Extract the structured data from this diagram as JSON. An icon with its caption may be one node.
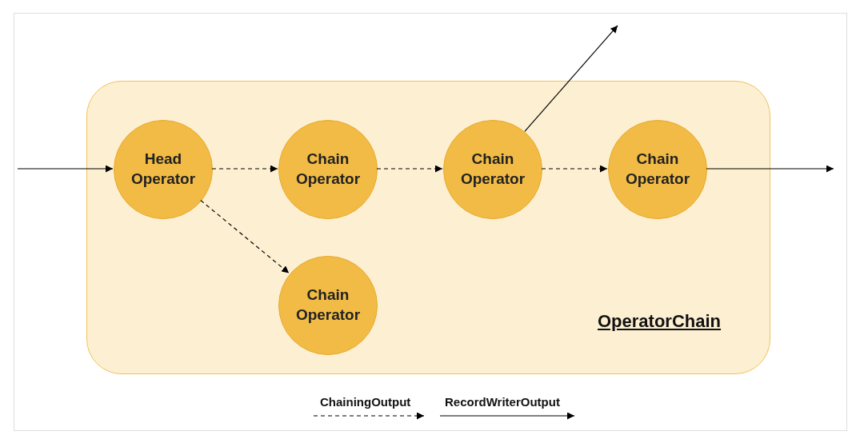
{
  "diagram": {
    "nodes": [
      {
        "text": [
          "OperatorChain"
        ]
      },
      {
        "text": [
          "Head Operator"
        ],
        "in": 0
      },
      {
        "text": [
          "Chain Operator"
        ],
        "in": 0
      },
      {
        "text": [
          "Chain Operator"
        ],
        "in": 0
      },
      {
        "text": [
          "Chain Operator"
        ],
        "in": 0
      },
      {
        "text": [
          "Chain Operator"
        ],
        "in": 0
      }
    ],
    "edges": [
      {
        "from": null,
        "to": 1,
        "arrow": "to"
      },
      {
        "from": 1,
        "to": 2,
        "arrow": "to",
        "style": "dashed"
      },
      {
        "from": 2,
        "to": 3,
        "arrow": "to",
        "style": "dashed"
      },
      {
        "from": 3,
        "to": 4,
        "arrow": "to",
        "style": "dashed"
      },
      {
        "from": 1,
        "to": 5,
        "arrow": "to",
        "style": "dashed"
      },
      {
        "from": 3,
        "to": null,
        "arrow": "to"
      },
      {
        "from": 4,
        "to": null,
        "arrow": "to"
      }
    ],
    "legend": [
      {
        "text": "ChainingOutput"
      },
      {
        "text": "RecordWriterOutput"
      }
    ]
  }
}
